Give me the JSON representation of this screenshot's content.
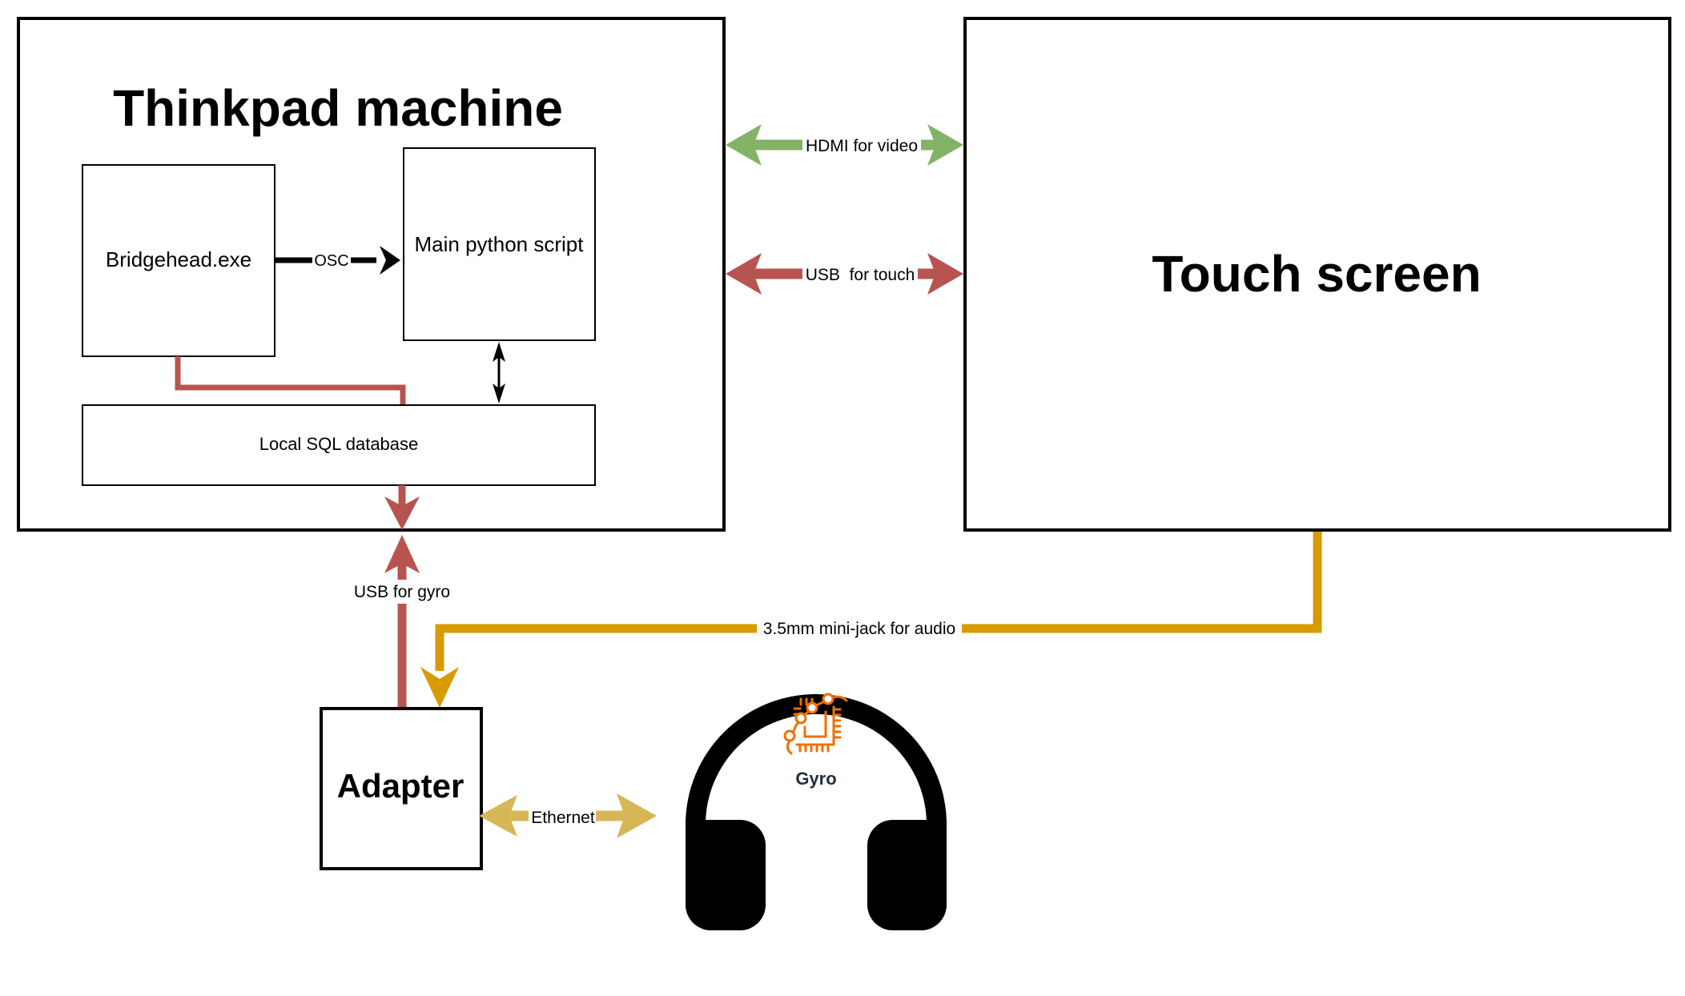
{
  "nodes": {
    "thinkpad": {
      "label": "Thinkpad machine"
    },
    "bridgehead": {
      "label": "Bridgehead.exe"
    },
    "main_script": {
      "label": "Main python script"
    },
    "sql_db": {
      "label": "Local SQL database"
    },
    "touch_screen": {
      "label": "Touch screen"
    },
    "adapter": {
      "label": "Adapter"
    },
    "headphones": {
      "icon": "headphones-icon"
    },
    "gyro": {
      "label": "Gyro",
      "icon": "microchip-icon"
    }
  },
  "edges": {
    "osc": {
      "label": "OSC",
      "from": "Bridgehead.exe",
      "to": "Main python script"
    },
    "script_db": {
      "label": "",
      "from": "Main python script",
      "to": "Local SQL database",
      "direction": "both"
    },
    "bridgehead_db": {
      "label": "",
      "from": "Bridgehead.exe",
      "to": "Local SQL database"
    },
    "hdmi": {
      "label": "HDMI for video",
      "direction": "both"
    },
    "usb_touch": {
      "label": "USB  for touch",
      "direction": "both"
    },
    "usb_gyro": {
      "label": "USB for gyro",
      "direction": "both"
    },
    "audio": {
      "label": "3.5mm mini-jack for audio",
      "from": "Touch screen",
      "to": "Adapter"
    },
    "ethernet": {
      "label": "Ethernet",
      "direction": "both"
    }
  },
  "colors": {
    "hdmi": "#82b366",
    "usb": "#b85450",
    "audio": "#d79b00",
    "ethernet": "#d6b656",
    "gyro_icon": "#ed7100",
    "gyro_text": "#232f3e"
  }
}
